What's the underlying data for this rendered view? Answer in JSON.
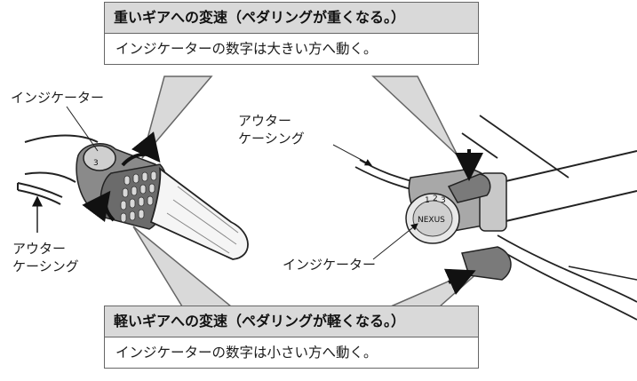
{
  "top_box": {
    "heading": "重いギアへの変速（ペダリングが重くなる。）",
    "body": "インジケーターの数字は大きい方へ動く。"
  },
  "bottom_box": {
    "heading": "軽いギアへの変速（ペダリングが軽くなる。）",
    "body": "インジケーターの数字は小さい方へ動く。"
  },
  "labels": {
    "left_indicator": "インジケーター",
    "left_outer_line1": "アウター",
    "left_outer_line2": "ケーシング",
    "right_outer_line1": "アウター",
    "right_outer_line2": "ケーシング",
    "right_indicator": "インジケーター"
  },
  "dial_marks": {
    "grip_index": "3",
    "lever_n1": "1",
    "lever_n2": "2",
    "lever_n3": "3",
    "brand": "NEXUS"
  }
}
